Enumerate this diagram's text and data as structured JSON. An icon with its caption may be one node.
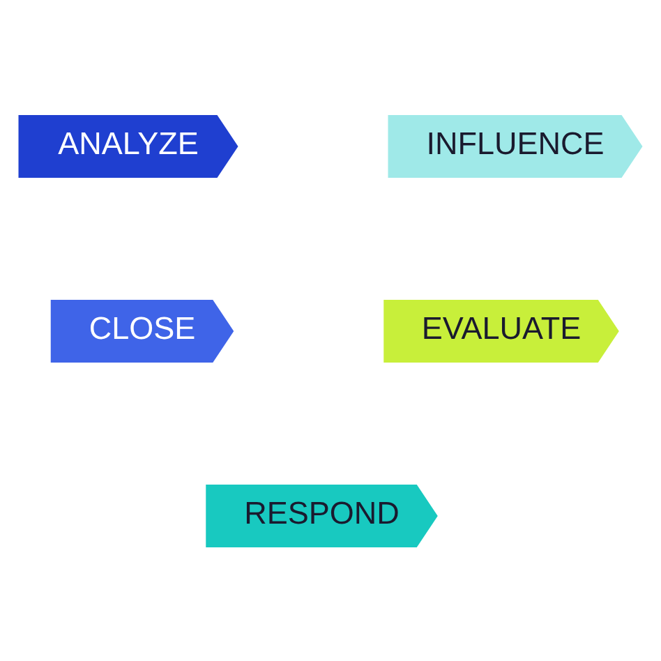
{
  "diagram": {
    "nodes": [
      {
        "text": [
          "ANALYZE"
        ]
      },
      {
        "text": [
          "INFLUENCE"
        ]
      },
      {
        "text": [
          "EVALUATE"
        ]
      },
      {
        "text": [
          "RESPOND"
        ]
      },
      {
        "text": [
          "CLOSE"
        ]
      }
    ]
  }
}
